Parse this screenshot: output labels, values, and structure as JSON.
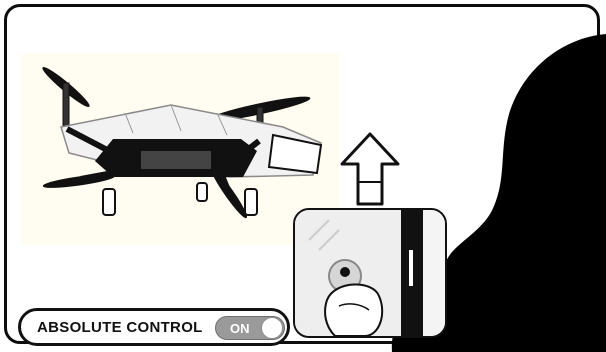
{
  "illustration": {
    "drone": "parrot-ar-drone",
    "viewer": "person-silhouette",
    "hint": "tilt-forward"
  },
  "absolute_control": {
    "label": "ABSOLUTE CONTROL",
    "state": "ON",
    "switch_color": "#9a9a9a"
  },
  "colors": {
    "frame": "#0d0d0d",
    "drone_background": "#fffdf1",
    "silhouette": "#000000"
  }
}
